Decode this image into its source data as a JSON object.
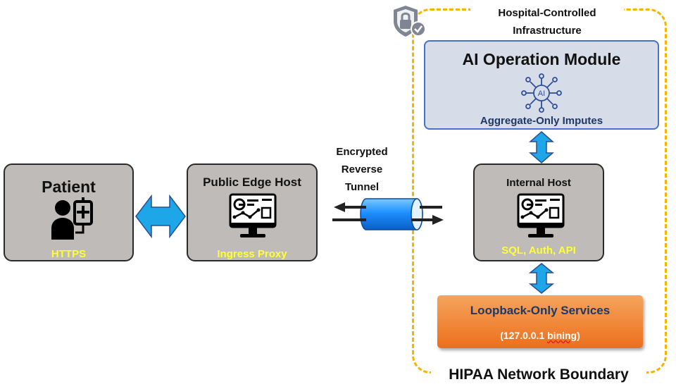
{
  "boundary": {
    "title_line1": "Hospital-Controlled",
    "title_line2": "Infrastructure",
    "footer": "HIPAA Network Boundary",
    "icon": "shield-lock-icon",
    "border_color": "#f5b400"
  },
  "patient": {
    "title": "Patient",
    "subtitle": "HTTPS",
    "icon": "patient-iv-icon"
  },
  "edge_host": {
    "title": "Public Edge Host",
    "subtitle": "Ingress Proxy",
    "icon": "monitor-dashboard-icon"
  },
  "tunnel": {
    "line1": "Encrypted",
    "line2": "Reverse",
    "line3": "Tunnel",
    "icon": "tunnel-pipe-icon",
    "color": "#1e90ff"
  },
  "ai_module": {
    "title": "AI Operation Module",
    "subtitle": "Aggregate-Only Imputes",
    "icon": "ai-chip-icon",
    "icon_text": "AI"
  },
  "internal_host": {
    "title": "Internal Host",
    "subtitle": "SQL, Auth, API",
    "icon": "monitor-dashboard-icon"
  },
  "loopback": {
    "title": "Loopback-Only Services",
    "sub_prefix": "(127.0.0.1 ",
    "sub_word": "bining",
    "sub_suffix": ")"
  },
  "colors": {
    "box_fill": "#bfbbb8",
    "highlight_text": "#ffff33",
    "arrow_fill": "#1ea7e8",
    "orange": "#ec6f1b"
  }
}
